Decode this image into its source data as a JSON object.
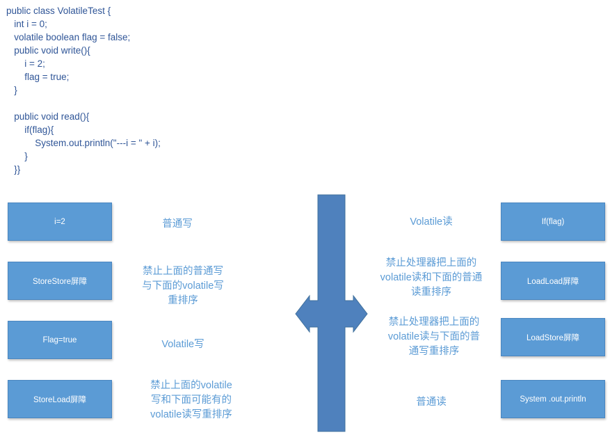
{
  "code": {
    "lines": [
      "public class VolatileTest {",
      "   int i = 0;",
      "   volatile boolean flag = false;",
      "   public void write(){",
      "       i = 2;",
      "       flag = true;",
      "   }",
      "",
      "   public void read(){",
      "       if(flag){",
      "           System.out.println(\"---i = \" + i);",
      "       }",
      "   }}"
    ]
  },
  "left": {
    "boxes": [
      "i=2",
      "StoreStore屏障",
      "Flag=true",
      "StoreLoad屏障"
    ],
    "labels": [
      [
        "普通写"
      ],
      [
        "禁止上面的普通写",
        "与下面的volatile写",
        "重排序"
      ],
      [
        "Volatile写"
      ],
      [
        "禁止上面的volatile",
        "写和下面可能有的",
        "volatile读写重排序"
      ]
    ]
  },
  "right": {
    "boxes": [
      "If(flag)",
      "LoadLoad屏障",
      "LoadStore屏障",
      "System .out.println"
    ],
    "labels": [
      [
        "Volatile读"
      ],
      [
        "禁止处理器把上面的",
        "volatile读和下面的普通",
        "读重排序"
      ],
      [
        "禁止处理器把上面的",
        "volatile读与下面的普",
        "通写重排序"
      ],
      [
        "普通读"
      ]
    ]
  },
  "colors": {
    "box_fill": "#5b9bd5",
    "text_blue": "#5b9bd5",
    "code_blue": "#2f5597",
    "arrow_fill": "#4f81bd"
  }
}
